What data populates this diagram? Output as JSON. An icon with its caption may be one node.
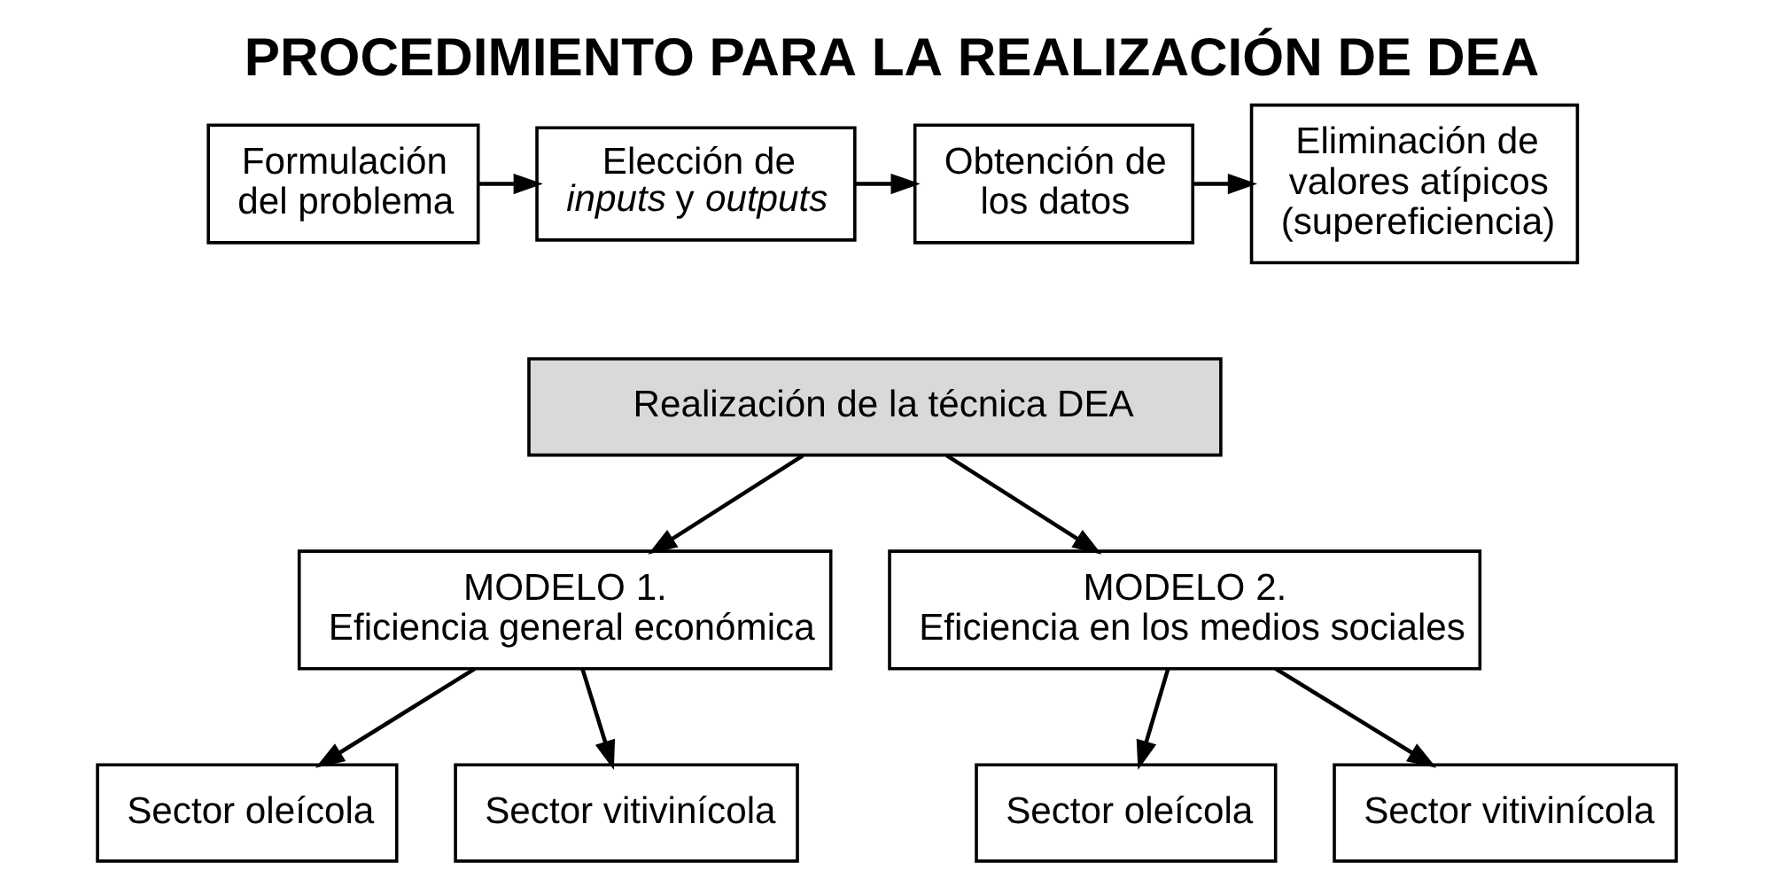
{
  "diagram": {
    "title": "PROCEDIMIENTO PARA LA REALIZACIÓN DE DEA",
    "nodes": [
      {
        "text": [
          "Formulación del problema"
        ]
      },
      {
        "text": [
          "Elección de *inputs* y *outputs*"
        ]
      },
      {
        "text": [
          "Obtención de los datos"
        ]
      },
      {
        "text": [
          "Eliminación de valores atípicos (supereficiencia)"
        ]
      },
      {
        "text": [
          "Realización de la técnica DEA"
        ]
      },
      {
        "text": [
          "MODELO 1.",
          "Eficiencia general económica"
        ]
      },
      {
        "text": [
          "MODELO 2.",
          "Eficiencia en los medios sociales"
        ]
      },
      {
        "text": [
          "Sector oleícola"
        ]
      },
      {
        "text": [
          "Sector vitivinícola"
        ]
      },
      {
        "text": [
          "Sector oleícola"
        ]
      },
      {
        "text": [
          "Sector vitivinícola"
        ]
      }
    ],
    "edges": [
      {
        "from": 0,
        "to": 1,
        "arrow": "to"
      },
      {
        "from": 1,
        "to": 2,
        "arrow": "to"
      },
      {
        "from": 2,
        "to": 3,
        "arrow": "to"
      },
      {
        "from": 4,
        "to": 5,
        "arrow": "to"
      },
      {
        "from": 4,
        "to": 6,
        "arrow": "to"
      },
      {
        "from": 5,
        "to": 7,
        "arrow": "to"
      },
      {
        "from": 5,
        "to": 8,
        "arrow": "to"
      },
      {
        "from": 6,
        "to": 9,
        "arrow": "to"
      },
      {
        "from": 6,
        "to": 10,
        "arrow": "to"
      }
    ]
  }
}
